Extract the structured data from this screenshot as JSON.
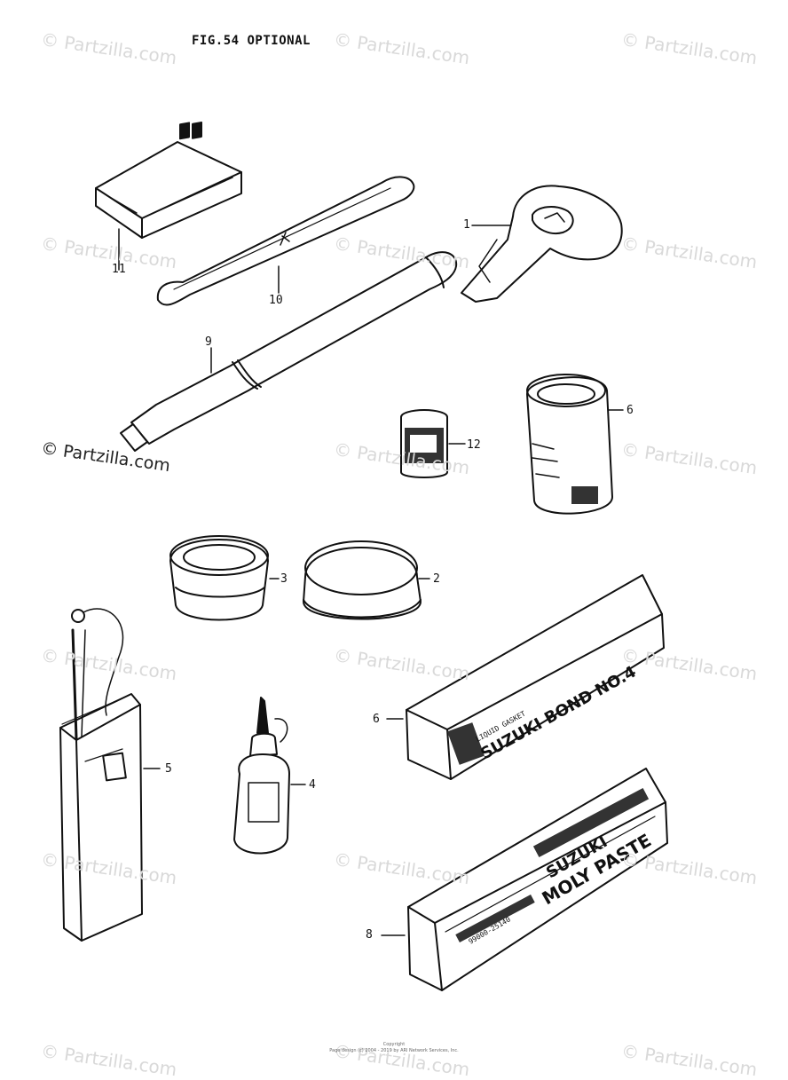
{
  "figure": {
    "title": "FIG.54  OPTIONAL"
  },
  "watermark": {
    "text": "© Partzilla.com",
    "positions_note": ""
  },
  "callouts": [
    {
      "id": "c1",
      "label": "1"
    },
    {
      "id": "c2",
      "label": "2"
    },
    {
      "id": "c3",
      "label": "3"
    },
    {
      "id": "c4",
      "label": "4"
    },
    {
      "id": "c5",
      "label": "5"
    },
    {
      "id": "c6a",
      "label": "6"
    },
    {
      "id": "c6b",
      "label": "6"
    },
    {
      "id": "c8",
      "label": "8"
    },
    {
      "id": "c9",
      "label": "9"
    },
    {
      "id": "c10",
      "label": "10"
    },
    {
      "id": "c11",
      "label": "11"
    },
    {
      "id": "c12",
      "label": "12"
    }
  ],
  "box_text": {
    "bond_line1": "LIQUID GASKET",
    "bond_line2": "SUZUKI BOND NO.4",
    "moly_line1": "SUZUKI",
    "moly_line2": "MOLY PASTE",
    "moly_part": "99000-25140"
  },
  "footer": {
    "line1": "Copyright",
    "line2": "Page design (c) 2004 - 2019 by ARI Network Services, Inc."
  }
}
